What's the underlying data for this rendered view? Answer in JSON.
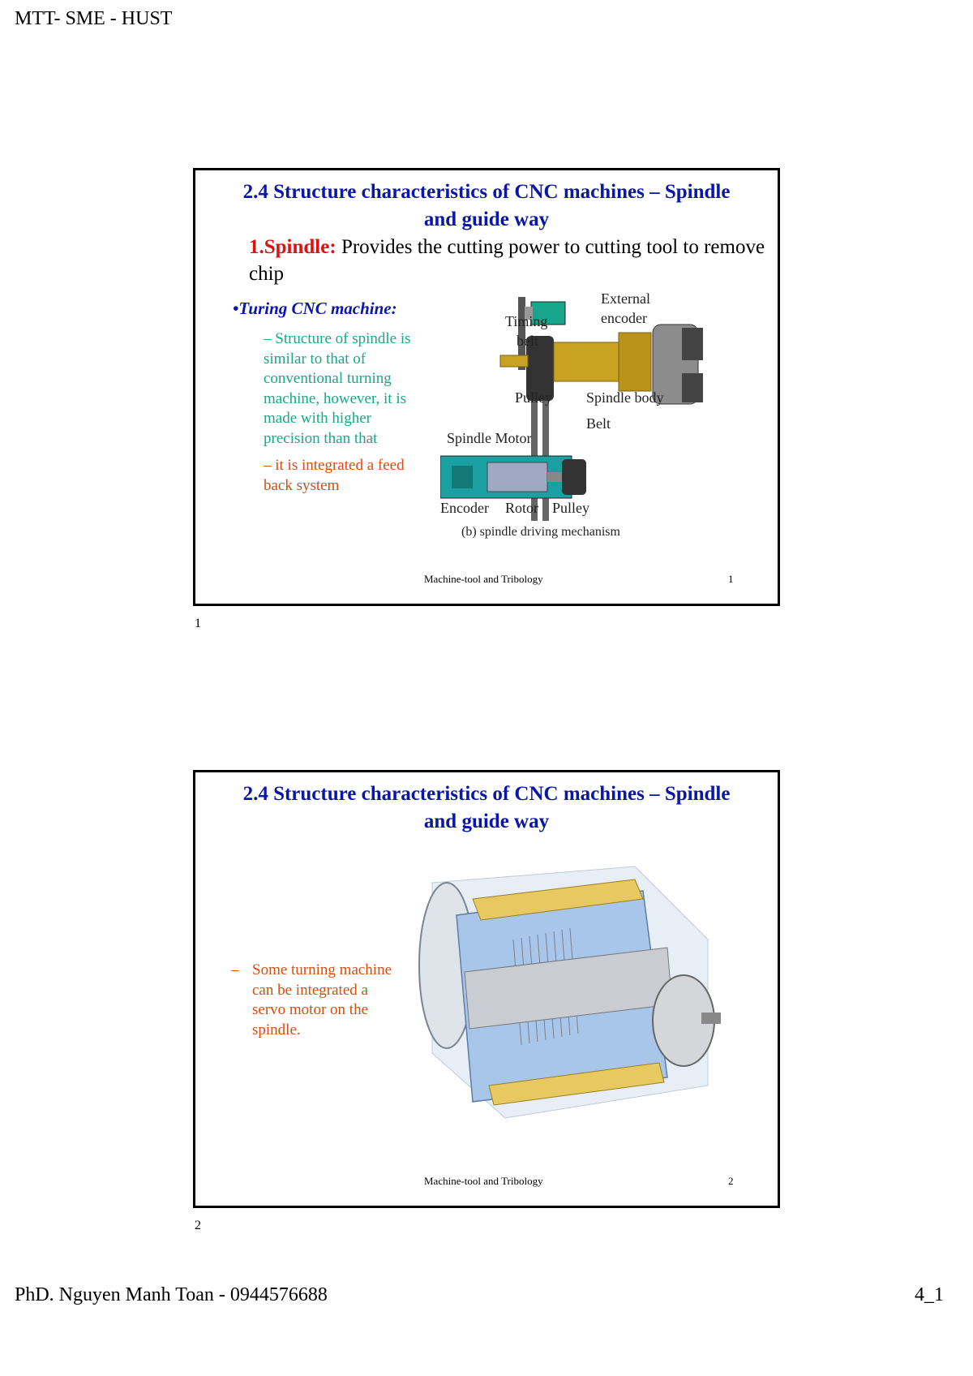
{
  "header": {
    "text": "MTT- SME - HUST"
  },
  "footer": {
    "author": "PhD. Nguyen Manh Toan - 0944576688",
    "page": "4_1"
  },
  "slides": [
    {
      "title_line1": "2.4 Structure characteristics of CNC machines – Spindle",
      "title_line2": "and guide way",
      "spindle_head": "1.Spindle:",
      "spindle_text": " Provides the cutting power to cutting tool to remove chip",
      "turning_head": "•Turing CNC machine:",
      "green_text": "– Structure of spindle is similar to that  of conventional turning machine, however, it is made with higher precision than that",
      "red_text": "– it is integrated a feed back system",
      "diagram": {
        "external_encoder_1": "External",
        "external_encoder_2": "encoder",
        "timing_1": "Timing",
        "timing_2": "belt",
        "pulley_top": "Pulley",
        "spindle_body": "Spindle body",
        "belt": "Belt",
        "spindle_motor": "Spindle Motor",
        "encoder": "Encoder",
        "rotor": "Rotor",
        "pulley_bottom": "Pulley",
        "caption": "(b) spindle driving mechanism"
      },
      "footer_text": "Machine-tool and Tribology",
      "footer_num": "1",
      "below_num": "1"
    },
    {
      "title_line1": "2.4 Structure characteristics of CNC machines – Spindle",
      "title_line2": "and guide way",
      "servo_dash": "–",
      "servo_text": "Some turning machine can be integrated a servo motor on the spindle.",
      "footer_text": "Machine-tool and Tribology",
      "footer_num": "2",
      "below_num": "2"
    }
  ],
  "colors": {
    "title": "#0a16a8",
    "red": "#e01010",
    "green": "#17a985",
    "orange_red": "#d84c0c"
  }
}
